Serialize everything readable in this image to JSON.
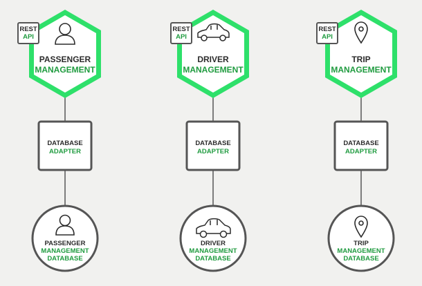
{
  "colors": {
    "background": "#f1f1ef",
    "accent_green": "#2ee06a",
    "text_green": "#1f9b3f",
    "dark": "#2b2b2b",
    "border": "#555555"
  },
  "services": [
    {
      "rest_api": {
        "line1": "REST",
        "line2": "API"
      },
      "service": {
        "line1": "PASSENGER",
        "line2": "MANAGEMENT",
        "icon": "person-icon"
      },
      "adapter": {
        "line1": "DATABASE",
        "line2": "ADAPTER"
      },
      "database": {
        "line1": "PASSENGER",
        "line2": "MANAGEMENT",
        "line3": "DATABASE",
        "icon": "person-icon"
      }
    },
    {
      "rest_api": {
        "line1": "REST",
        "line2": "API"
      },
      "service": {
        "line1": "DRIVER",
        "line2": "MANAGEMENT",
        "icon": "car-icon"
      },
      "adapter": {
        "line1": "DATABASE",
        "line2": "ADAPTER"
      },
      "database": {
        "line1": "DRIVER",
        "line2": "MANAGEMENT",
        "line3": "DATABASE",
        "icon": "car-icon"
      }
    },
    {
      "rest_api": {
        "line1": "REST",
        "line2": "API"
      },
      "service": {
        "line1": "TRIP",
        "line2": "MANAGEMENT",
        "icon": "map-pin-icon"
      },
      "adapter": {
        "line1": "DATABASE",
        "line2": "ADAPTER"
      },
      "database": {
        "line1": "TRIP",
        "line2": "MANAGEMENT",
        "line3": "DATABASE",
        "icon": "map-pin-icon"
      }
    }
  ]
}
